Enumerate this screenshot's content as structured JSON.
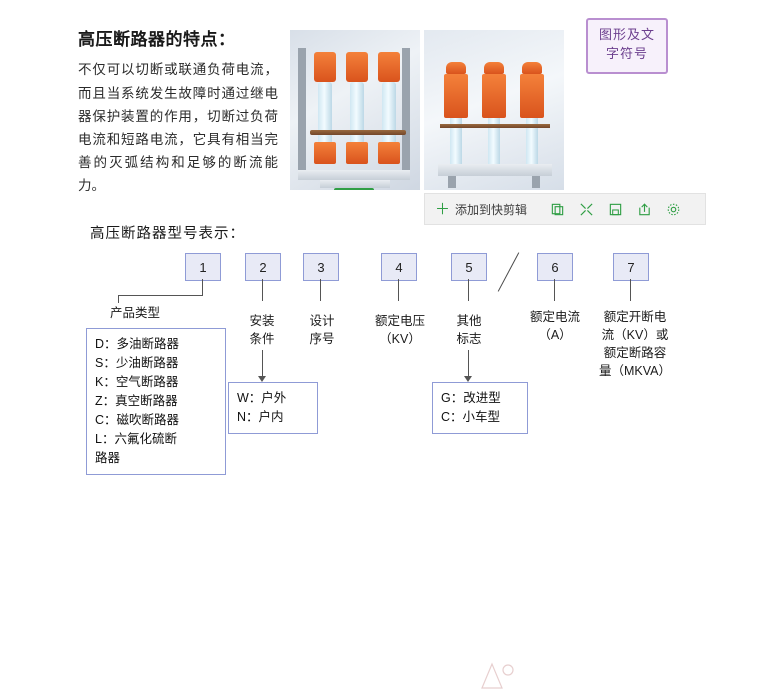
{
  "header": {
    "title": "高压断路器的特点：",
    "body": "不仅可以切断或联通负荷电流，而且当系统发生故障时通过继电器保护装置的作用，切断过负荷电流和短路电流，它具有相当完善的灭弧结构和足够的断流能力。"
  },
  "stamp": {
    "line1": "图形及文",
    "line2": "字符号",
    "border_color": "#b98fd0",
    "text_color": "#6c3f8e"
  },
  "toolbar": {
    "clip_label": "添加到快剪辑",
    "plus_glyph": "＋",
    "icons": [
      {
        "name": "copy-icon",
        "glyph": "copy"
      },
      {
        "name": "expand-icon",
        "glyph": "expand"
      },
      {
        "name": "save-icon",
        "glyph": "save"
      },
      {
        "name": "share-icon",
        "glyph": "share"
      },
      {
        "name": "settings-icon",
        "glyph": "gear"
      }
    ],
    "accent_color": "#2f9e44",
    "icon_color": "#2f9e44"
  },
  "diagram": {
    "label": "高压断路器型号表示：",
    "boxes": [
      {
        "num": "1"
      },
      {
        "num": "2"
      },
      {
        "num": "3"
      },
      {
        "num": "4"
      },
      {
        "num": "5"
      },
      {
        "num": "6"
      },
      {
        "num": "7"
      }
    ],
    "captions": [
      {
        "name": "caption-product-type",
        "text": "产品类型"
      },
      {
        "name": "caption-install-condition",
        "text": "安装\n条件"
      },
      {
        "name": "caption-design-serial",
        "text": "设计\n序号"
      },
      {
        "name": "caption-rated-voltage",
        "text": "额定电压\n（KV）"
      },
      {
        "name": "caption-other-mark",
        "text": "其他\n标志"
      },
      {
        "name": "caption-rated-current",
        "text": "额定电流\n（A）"
      },
      {
        "name": "caption-breaking",
        "text": "额定开断电\n流（KV）或\n额定断路容\n量（MKVA）"
      }
    ],
    "product_list": [
      "D：多油断路器",
      "S：少油断路器",
      "K：空气断路器",
      "Z：真空断路器",
      "C：磁吹断路器",
      "L：六氟化硫断",
      "路器"
    ],
    "install_list": [
      "W：户外",
      "N：户内"
    ],
    "mark_list": [
      "G：改进型",
      "C：小车型"
    ]
  },
  "colors": {
    "box_fill": "#e8eaf6",
    "box_border": "#8f9bd6",
    "line": "#555555",
    "text": "#1a1a1a"
  }
}
